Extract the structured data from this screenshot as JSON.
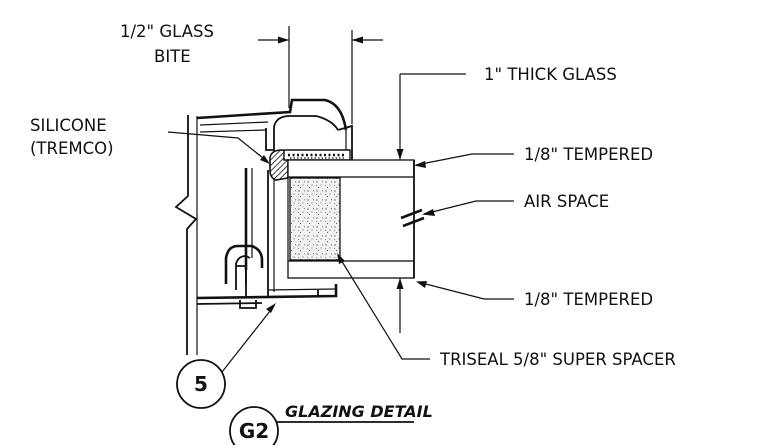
{
  "labels": {
    "glass_bite_line1": "1/2\" GLASS",
    "glass_bite_line2": "BITE",
    "silicone_line1": "SILICONE",
    "silicone_line2": "(TREMCO)",
    "thick_glass": "1\" THICK GLASS",
    "tempered_top": "1/8\" TEMPERED",
    "air_space": "AIR SPACE",
    "tempered_bottom": "1/8\" TEMPERED",
    "spacer": "TRISEAL 5/8\" SUPER SPACER"
  },
  "callouts": {
    "section_number": "5",
    "detail_id": "G2",
    "detail_title": "GLAZING DETAIL"
  },
  "colors": {
    "ink": "#111111",
    "background": "#ffffff",
    "spacer_fill": "#ececec"
  }
}
